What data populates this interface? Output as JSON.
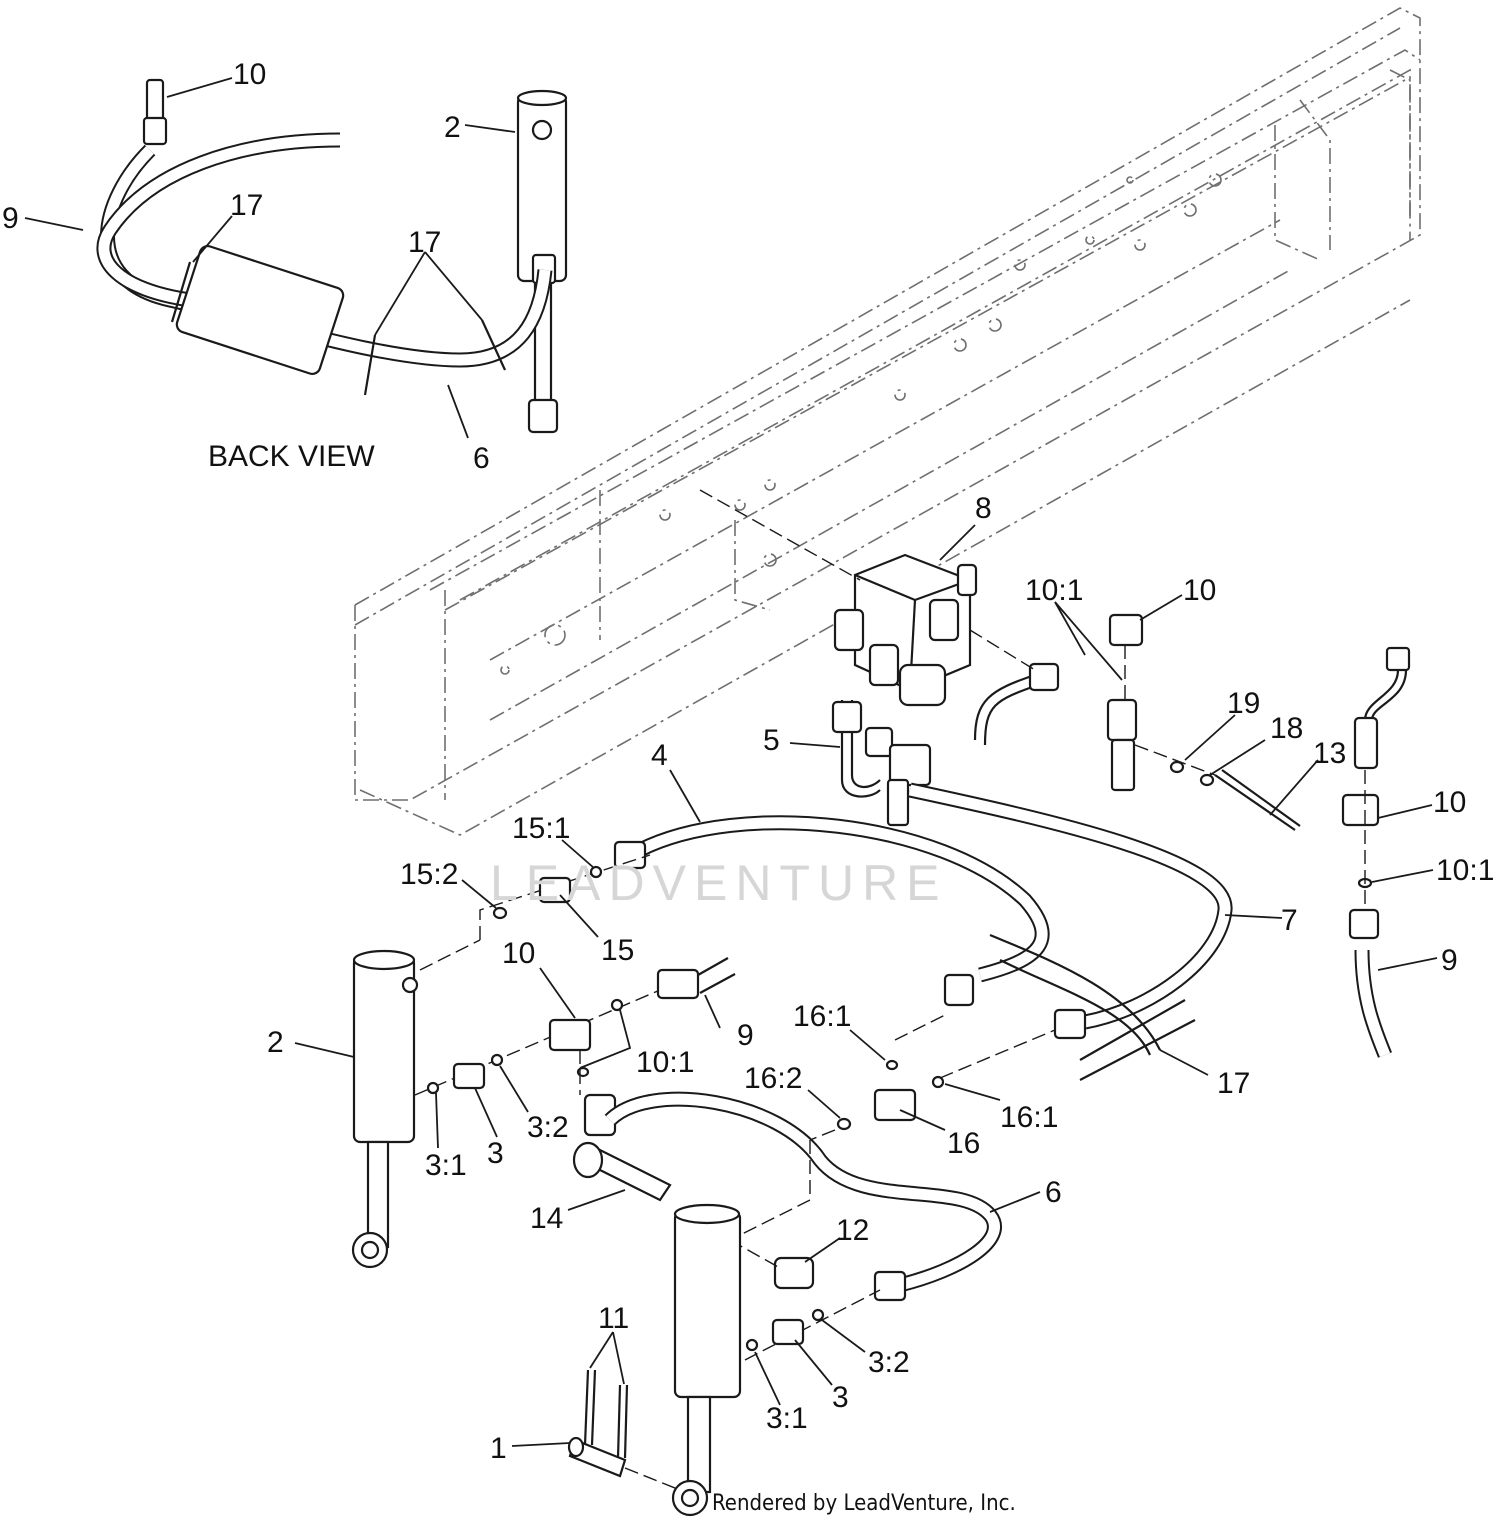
{
  "view_label": "BACK VIEW",
  "footer": "Rendered by LeadVenture, Inc.",
  "watermark": "LEADVENTURE",
  "callouts": [
    "10",
    "2",
    "9",
    "17",
    "17",
    "6",
    "8",
    "10:1",
    "10",
    "19",
    "18",
    "13",
    "5",
    "4",
    "15:1",
    "15:2",
    "15",
    "7",
    "10",
    "10:1",
    "9",
    "10",
    "9",
    "2",
    "10:1",
    "3:1",
    "3",
    "3:2",
    "16:1",
    "16:2",
    "16",
    "16:1",
    "17",
    "14",
    "12",
    "6",
    "11",
    "3:2",
    "3",
    "3:1",
    "1"
  ]
}
